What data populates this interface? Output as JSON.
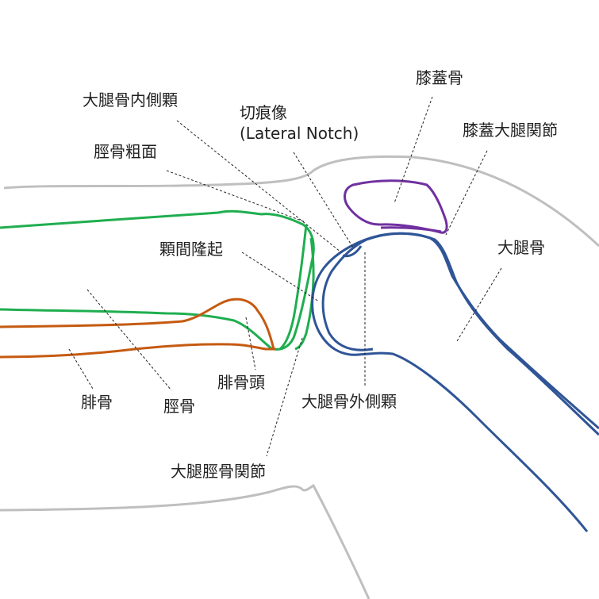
{
  "labels": {
    "patella": "膝蓋骨",
    "patellofemoral_joint": "膝蓋大腿関節",
    "medial_condyle": "大腿骨内側顆",
    "notch_line1": "切痕像",
    "notch_line2": "(Lateral Notch)",
    "tibial_tuberosity": "脛骨粗面",
    "intercondylar_eminence": "顆間隆起",
    "femur": "大腿骨",
    "fibula": "腓骨",
    "tibia": "脛骨",
    "fibular_head": "腓骨頭",
    "lateral_condyle": "大腿骨外側顆",
    "femorotibial_joint": "大腿脛骨関節"
  },
  "colors": {
    "skin_outline": "#bfbfbf",
    "femur": "#2f5597",
    "tibia": "#1fae4f",
    "fibula": "#c55a11",
    "patella": "#7030a0",
    "text": "#222222"
  }
}
